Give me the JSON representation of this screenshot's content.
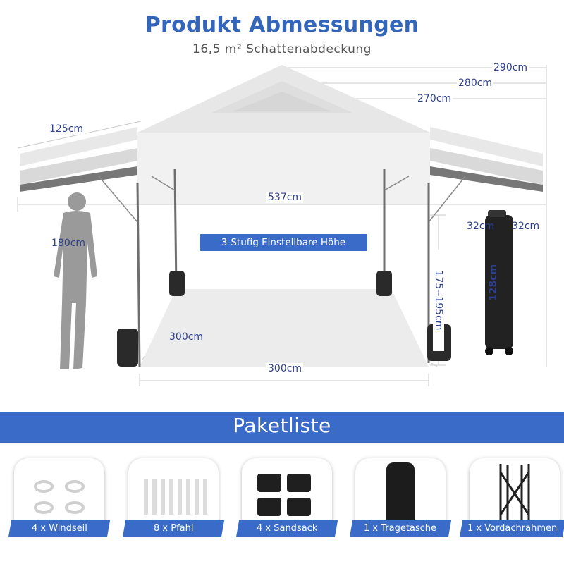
{
  "header": {
    "title": "Produkt Abmessungen",
    "subtitle": "16,5 m² Schattenabdeckung"
  },
  "dimensions": {
    "w290": "290cm",
    "w280": "280cm",
    "w270": "270cm",
    "wing": "125cm",
    "total": "537cm",
    "person": "180cm",
    "height": "175--195cm",
    "depth": "300cm",
    "width": "300cm",
    "bag_w1": "32cm",
    "bag_w2": "32cm",
    "bag_h": "128cm"
  },
  "adjust_label": "3-Stufig Einstellbare Höhe",
  "package": {
    "title": "Paketliste",
    "items": [
      {
        "label": "4 x Windseil",
        "icon": "rope-icon"
      },
      {
        "label": "8 x Pfahl",
        "icon": "stake-icon"
      },
      {
        "label": "4 x Sandsack",
        "icon": "sandbag-icon"
      },
      {
        "label": "1 x Tragetasche",
        "icon": "carry-bag-icon"
      },
      {
        "label": "1 x Vordachrahmen",
        "icon": "frame-icon"
      }
    ]
  },
  "colors": {
    "accent": "#3a6bc8",
    "title": "#3366bb",
    "dimension_text": "#2e3f8c"
  }
}
